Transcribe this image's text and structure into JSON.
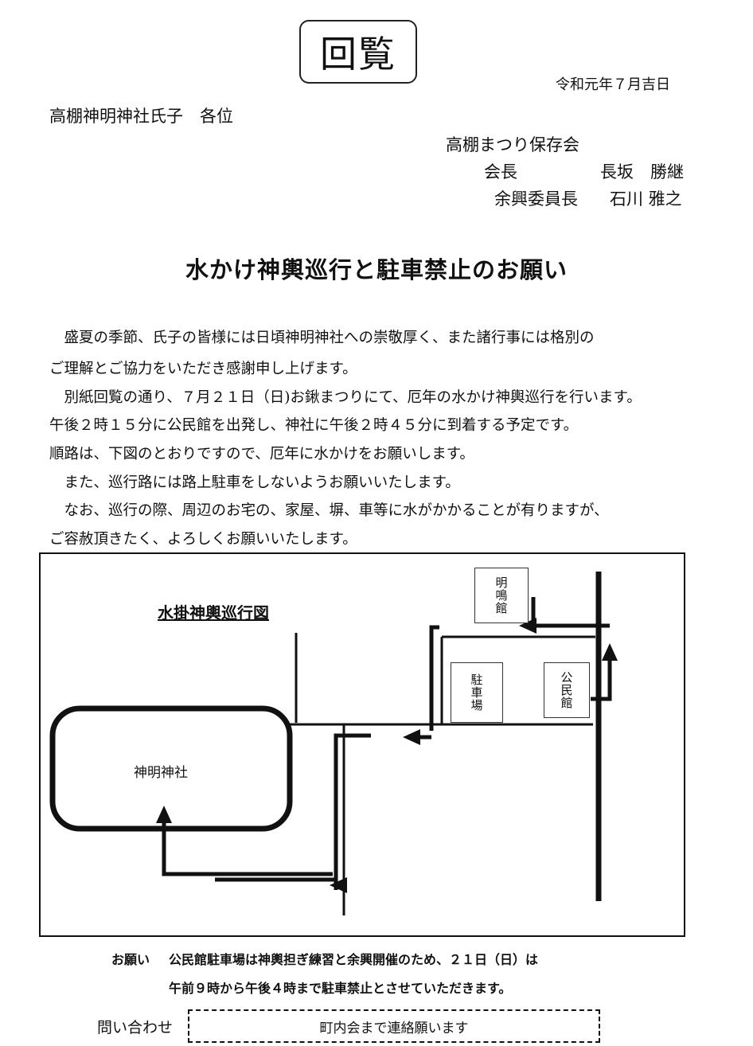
{
  "header": {
    "circulation_label": "回覧",
    "date": "令和元年７月吉日",
    "addressee": "高棚神明神社氏子　各位",
    "org": "高棚まつり保存会",
    "signatories": [
      {
        "role": "会長",
        "name": "長坂　勝継"
      },
      {
        "role": "余興委員長",
        "name": "石川 雅之"
      }
    ]
  },
  "title": "水かけ神輿巡行と駐車禁止のお願い",
  "body": [
    "　盛夏の季節、氏子の皆様には日頃神明神社への崇敬厚く、また諸行事には格別の",
    "ご理解とご協力をいただき感謝申し上げます。",
    "　別紙回覧の通り、７月２１日（日)お鍬まつりにて、厄年の水かけ神輿巡行を行います。",
    "午後２時１５分に公民館を出発し、神社に午後２時４５分に到着する予定です。",
    "順路は、下図のとおりですので、厄年に水かけをお願いします。",
    "　また、巡行路には路上駐車をしないようお願いいたします。",
    "　なお、巡行の際、周辺のお宅の、家屋、塀、車等に水がかかることが有りますが、",
    "ご容赦頂きたく、よろしくお願いいたします。"
  ],
  "map": {
    "title": "水掛神輿巡行図",
    "shrine": "神明神社",
    "buildings": {
      "meimei": "明鳴館",
      "parking": "駐車場",
      "kominkan": "公民館"
    }
  },
  "request": {
    "label": "お願い",
    "line1": "公民館駐車場は神輿担ぎ練習と余興開催のため、２１日（日）は",
    "line2": "午前９時から午後４時まで駐車禁止とさせていただきます。"
  },
  "contact": {
    "label": "問い合わせ",
    "value": "町内会まで連絡願います"
  }
}
